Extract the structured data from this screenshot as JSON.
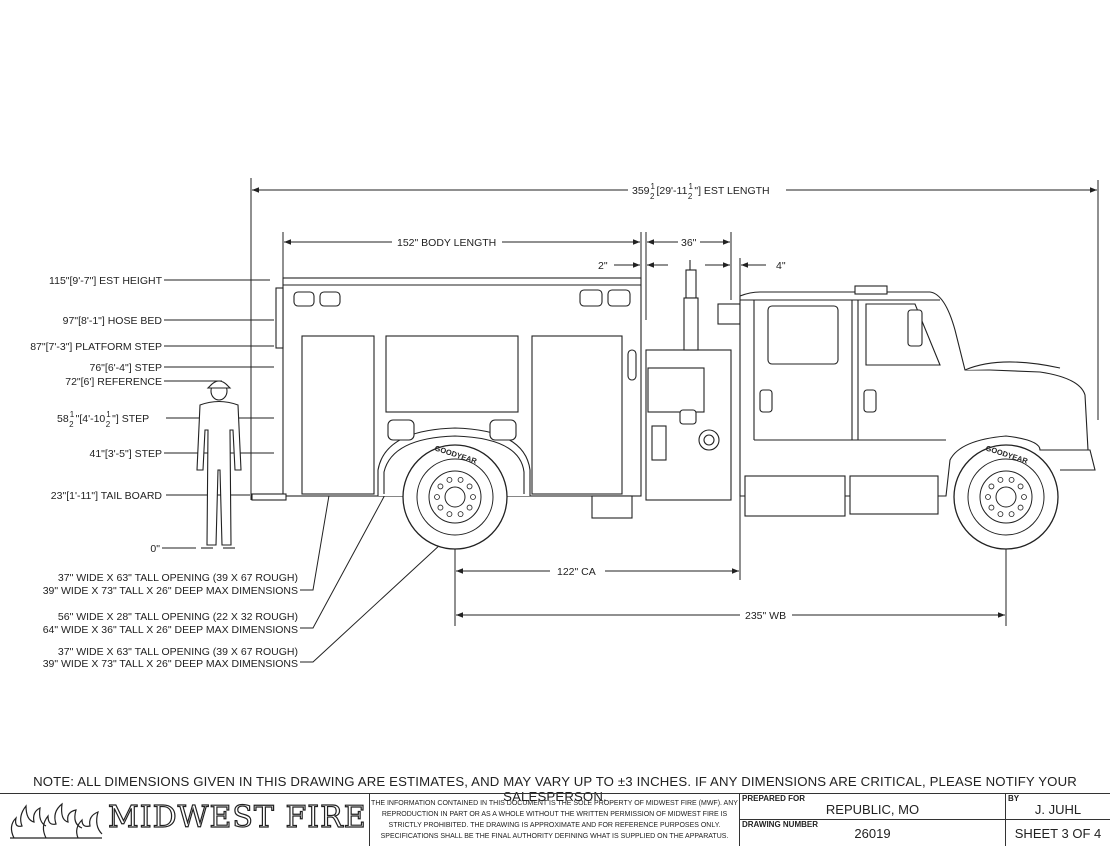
{
  "dimensions": {
    "est_length": {
      "whole": "359",
      "num": "1",
      "den": "2",
      "ft": "[29'-11",
      "label": "\"] EST LENGTH"
    },
    "body_length": "152\" BODY LENGTH",
    "gap_36": "36\"",
    "gap_2": "2\"",
    "gap_4": "4\"",
    "ca": "122\" CA",
    "wb": "235\" WB"
  },
  "heights": {
    "est_height": "115\"[9'-7\"] EST HEIGHT",
    "hose_bed": "97\"[8'-1\"] HOSE BED",
    "platform_step": "87\"[7'-3\"] PLATFORM STEP",
    "step_76": "76\"[6'-4\"] STEP",
    "reference_72": "72\"[6'] REFERENCE",
    "step_58": {
      "whole": "58",
      "num": "1",
      "den": "2",
      "mid": "\"[4'-10",
      "end": "\"] STEP"
    },
    "step_41": "41\"[3'-5\"] STEP",
    "tail_board": "23\"[1'-11\"] TAIL BOARD",
    "zero": "0\""
  },
  "openings": [
    {
      "line1": "37\" WIDE X 63\" TALL OPENING (39 X 67 ROUGH)",
      "line2": "39\" WIDE X 73\" TALL X 26\" DEEP MAX DIMENSIONS"
    },
    {
      "line1": "56\" WIDE X 28\" TALL OPENING (22 X 32 ROUGH)",
      "line2": "64\" WIDE X 36\" TALL X 26\" DEEP MAX DIMENSIONS"
    },
    {
      "line1": "37\" WIDE X 63\" TALL OPENING (39 X 67 ROUGH)",
      "line2": "39\" WIDE X 73\" TALL X 26\" DEEP MAX DIMENSIONS"
    }
  ],
  "tire_brand": "GOODYEAR",
  "note": "NOTE: ALL DIMENSIONS GIVEN IN THIS DRAWING ARE ESTIMATES, AND MAY VARY UP TO ±3 INCHES. IF ANY DIMENSIONS ARE CRITICAL, PLEASE NOTIFY YOUR SALESPERSON.",
  "title_block": {
    "logo_text": "MIDWEST FIRE",
    "legal": [
      "THE INFORMATION CONTAINED IN THIS DOCUMENT IS THE SOLE PROPERTY OF MIDWEST FIRE (MWF). ANY",
      "REPRODUCTION IN PART OR AS A WHOLE WITHOUT THE WRITTEN PERMISSION OF MIDWEST FIRE IS",
      "STRICTLY PROHIBITED. THE DRAWING IS APPROXIMATE AND FOR REFERENCE PURPOSES ONLY.",
      "SPECIFICATIONS SHALL BE THE FINAL AUTHORITY DEFINING WHAT IS SUPPLIED ON THE APPARATUS."
    ],
    "prepared_for_label": "PREPARED FOR",
    "prepared_for": "REPUBLIC, MO",
    "drawing_number_label": "DRAWING NUMBER",
    "drawing_number": "26019",
    "by_label": "BY",
    "by": "J. JUHL",
    "sheet": "SHEET 3 OF 4"
  }
}
